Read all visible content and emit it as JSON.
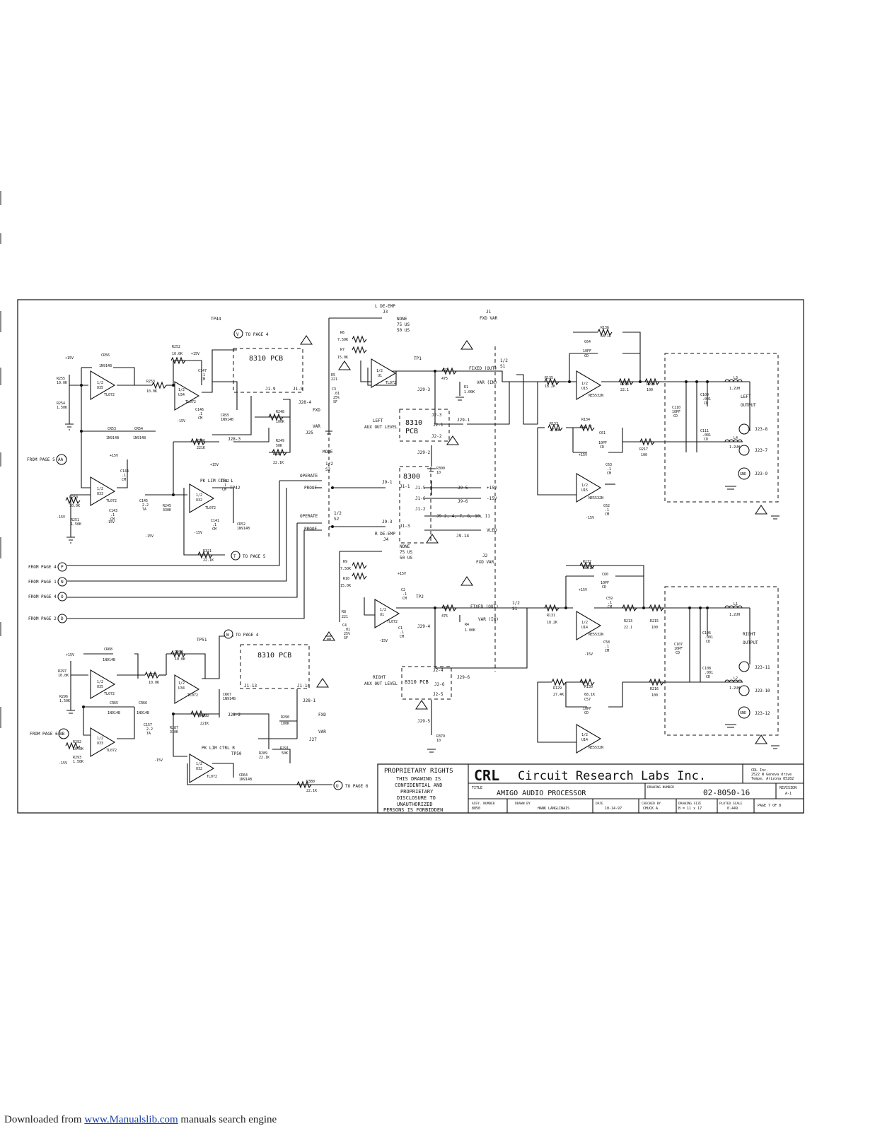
{
  "footer": {
    "prefix": "Downloaded from",
    "site": "www.Manualslib.com",
    "suffix": "manuals search engine"
  },
  "title_block": {
    "proprietary_heading": "PROPRIETARY RIGHTS",
    "proprietary_lines": [
      "THIS DRAWING IS",
      "CONFIDENTIAL AND",
      "PROPRIETARY",
      "DISCLOSURE TO",
      "UNAUTHORIZED",
      "PERSONS IS FORBIDDEN"
    ],
    "logo": "CRL",
    "company": "Circuit Research Labs Inc.",
    "address_lines": [
      "CRL Inc.",
      "2522 W Geneva drive",
      "Tempe, Arizona 85282"
    ],
    "title_label": "TITLE",
    "title": "AMIGO AUDIO PROCESSOR",
    "drawing_number_label": "DRAWING NUMBER",
    "drawing_number": "02-8050-16",
    "revision_label": "REVISION",
    "revision": "A-1",
    "assy_label": "ASSY. NUMBER",
    "assy": "8050",
    "drawn_by_label": "DRAWN BY",
    "drawn_by": "HANK LANGLINAIS",
    "date_label": "DATE",
    "date": "10-14-97",
    "checked_by_label": "CHECKED BY",
    "checked_by": "CHUCK A.",
    "drawing_size_label": "DRAWING SIZE",
    "drawing_size": "B = 11 x 17",
    "plot_scale_label": "PLOTED SCALE",
    "plot_scale": "0.449",
    "page": "PAGE 7 OF 8"
  },
  "labels": {
    "pcb_8310": "8310 PCB",
    "pcb_8310_a": "8310",
    "pcb_8310_b": "PCB",
    "pcb_8300": "8300",
    "l_deemp": "L DE-EMP",
    "r_deemp": "R DE-EMP",
    "none": "NONE",
    "us75": "75 US",
    "us50": "50 US",
    "fixed_out": "FIXED (OUT)",
    "var_in": "VAR (IN)",
    "fxd_var": "FXD  VAR",
    "fxd": "FXD",
    "var": "VAR",
    "left_aux": "LEFT",
    "right_aux": "RIGHT",
    "aux_out_level": "AUX OUT LEVEL",
    "left_output": "LEFT",
    "right_output": "RIGHT",
    "output": "OUTPUT",
    "mode": "MODE",
    "operate": "OPERATE",
    "proof": "PROOF",
    "half_s2": "1/2",
    "s2": "S2",
    "s1": "S1",
    "pk_lim_l": "PK LIM CTRL L",
    "pk_lim_r": "PK LIM CTRL R",
    "plus15": "+15V",
    "minus15": "-15V",
    "gnd": "GND",
    "vled": "VLED",
    "j1_list": "J9-2, 4, 7, 8, 10, 11"
  },
  "off_page": [
    {
      "letter": "V",
      "text": "TO PAGE 4"
    },
    {
      "letter": "T",
      "text": "TO PAGE 5"
    },
    {
      "letter": "W",
      "text": "TO PAGE 4"
    },
    {
      "letter": "U",
      "text": "TO PAGE 6"
    },
    {
      "letter": "AA",
      "text": "FROM PAGE 5"
    },
    {
      "letter": "BB",
      "text": "FROM PAGE 6"
    },
    {
      "letter": "P",
      "text": "FROM PAGE 4"
    },
    {
      "letter": "N",
      "text": "FROM PAGE 1"
    },
    {
      "letter": "O",
      "text": "FROM PAGE 4"
    },
    {
      "letter": "D",
      "text": "FROM PAGE 2"
    }
  ],
  "connectors": {
    "j23_8": "J23-8",
    "j23_7": "J23-7",
    "j23_9": "J23-9",
    "j23_11": "J23-11",
    "j23_10": "J23-10",
    "j23_12": "J23-12",
    "j1_9": "J1-9",
    "j1_8": "J1-8",
    "j1_13": "J1-13",
    "j1_14": "J1-14",
    "j1_5": "J1-5",
    "j1_6": "J1-6",
    "j1_2": "J1-2",
    "j1_3": "J1-3",
    "j1_1": "J1-1",
    "j2_3": "J2-3",
    "j2_1": "J2-1",
    "j2_2": "J2-2",
    "j2_4": "J2-4",
    "j2_6": "J2-6",
    "j2_5": "J2-5",
    "j9_1": "J9-1",
    "j9_3": "J9-3",
    "j9_5": "J9-5",
    "j9_6": "J9-6",
    "j9_14": "J9-14",
    "j29_1": "J29-1",
    "j29_2": "J29-2",
    "j29_3": "J29-3",
    "j29_4": "J29-4",
    "j29_5": "J29-5",
    "j29_6": "J29-6",
    "j28_1": "J28-1",
    "j28_2": "J28-2",
    "j28_3": "J28-3",
    "j28_4": "J28-4",
    "j25": "J25",
    "j27": "J27",
    "j3": "J3",
    "j4": "J4",
    "j1": "J1",
    "j2": "J2",
    "tp44": "TP44",
    "tp51": "TP51",
    "tp42": "TP42",
    "tp50": "TP50",
    "tp1": "TP1",
    "tp2": "TP2"
  },
  "parts": {
    "u35a": [
      "1/2",
      "U35",
      "TL072"
    ],
    "u34a": [
      "1/2",
      "U34",
      "TL072"
    ],
    "u33a": [
      "1/2",
      "U33",
      "TL072"
    ],
    "u32a": [
      "1/2",
      "U32",
      "TL072"
    ],
    "u1a": [
      "1/2",
      "U1",
      "TL072"
    ],
    "u15a": [
      "1/2",
      "U15",
      "NE5532N"
    ],
    "u15b": [
      "1/2",
      "U15",
      "NE5532N"
    ],
    "u35b": [
      "1/2",
      "U35",
      "TL072"
    ],
    "u34b": [
      "1/2",
      "U34",
      "TL072"
    ],
    "u33b": [
      "1/2",
      "U33",
      "TL072"
    ],
    "u32b": [
      "1/2",
      "U32",
      "TL072"
    ],
    "u1b": [
      "1/2",
      "U1",
      "TL072"
    ],
    "u14a": [
      "1/2",
      "U14",
      "NE5532N"
    ],
    "u14b": [
      "1/2",
      "U14",
      "NE5532N"
    ],
    "r255": [
      "R255",
      "10.0K"
    ],
    "r254": [
      "R254",
      "1.50K"
    ],
    "r253": [
      "R253",
      "10.0K"
    ],
    "r252": [
      "R252",
      "10.0K"
    ],
    "r250": [
      "R250",
      "10.0K"
    ],
    "r251": [
      "R251",
      "1.50K"
    ],
    "r246": [
      "R246",
      "221K"
    ],
    "r245": [
      "R245",
      "330K"
    ],
    "r248": [
      "R248",
      "100K"
    ],
    "r249": [
      "R249",
      "50K"
    ],
    "r247": [
      "R247",
      "22.1K"
    ],
    "r321": [
      "R321",
      "22.1K"
    ],
    "r6": [
      "R6",
      "7.50K"
    ],
    "r7": [
      "R7",
      "15.0K"
    ],
    "r5": [
      "R5",
      "221"
    ],
    "r2": [
      "R2",
      "475"
    ],
    "r1": [
      "R1",
      "1.00K"
    ],
    "r300": [
      "R300",
      "10"
    ],
    "r135": [
      "R135",
      "18.2K"
    ],
    "r136": [
      "R136",
      "68.1K"
    ],
    "r214": [
      "R214",
      "22.1"
    ],
    "r218": [
      "R218",
      "100"
    ],
    "r133": [
      "R133",
      "27.4K"
    ],
    "r134": [
      "R134",
      "68.1K"
    ],
    "r217": [
      "R217",
      "100"
    ],
    "r9": [
      "R9",
      "7.50K"
    ],
    "r10": [
      "R10",
      "15.0K"
    ],
    "r8": [
      "R8",
      "221"
    ],
    "r3": [
      "R3",
      "475"
    ],
    "r4": [
      "R4",
      "1.00K"
    ],
    "r131": [
      "R131",
      "18.2K"
    ],
    "r132": [
      "R132",
      "68.1K"
    ],
    "r213": [
      "R213",
      "22.1"
    ],
    "r215": [
      "R215",
      "100"
    ],
    "r129": [
      "R129",
      "27.4K"
    ],
    "r130": [
      "R130",
      "68.1K"
    ],
    "r216": [
      "R216",
      "100"
    ],
    "r379": [
      "R379",
      "10"
    ],
    "r297": [
      "R297",
      "10.0K"
    ],
    "r296": [
      "R296",
      "1.50K"
    ],
    "r295": [
      "R295",
      "10.0K"
    ],
    "r294": [
      "R294",
      "10.0K"
    ],
    "r292": [
      "R292",
      "10.0K"
    ],
    "r293": [
      "R293",
      "1.50K"
    ],
    "r288": [
      "R288",
      "221K"
    ],
    "r287": [
      "R287",
      "330K"
    ],
    "r290": [
      "R290",
      "100K"
    ],
    "r291": [
      "R291",
      "50K"
    ],
    "r289": [
      "R289",
      "22.1K"
    ],
    "r380": [
      "R380",
      "22.1K"
    ],
    "c147": [
      "C147",
      ".1",
      "CM"
    ],
    "c146": [
      "C146",
      ".1",
      "CM"
    ],
    "c144": [
      "C144",
      ".1",
      "CM"
    ],
    "c143": [
      "C143",
      ".1",
      "CM"
    ],
    "c142": [
      "C142",
      ".1",
      "CM"
    ],
    "c141": [
      "C141",
      ".1",
      "CM"
    ],
    "c145": [
      "C145",
      "2.2",
      "TA"
    ],
    "c3": [
      "C3",
      ".01",
      "25%",
      "SF"
    ],
    "c64": [
      "C64",
      "10PF",
      "CD"
    ],
    "c61": [
      "C61",
      "10PF",
      "CD"
    ],
    "c63": [
      "C63",
      ".1",
      "CM"
    ],
    "c62": [
      "C62",
      ".1",
      "CM"
    ],
    "c109": [
      "C109",
      ".001",
      "CD"
    ],
    "c110": [
      "C110",
      "10PF",
      "CD"
    ],
    "c111": [
      "C111",
      ".001",
      "CD"
    ],
    "c2": [
      "C2",
      ".1",
      "CM"
    ],
    "c1": [
      "C1",
      ".1",
      "CM"
    ],
    "c4": [
      "C4",
      ".01",
      "25%",
      "SF"
    ],
    "c60": [
      "C60",
      "10PF",
      "CD"
    ],
    "c59": [
      "C59",
      ".1",
      "CM"
    ],
    "c58": [
      "C58",
      ".1",
      "CM"
    ],
    "c57": [
      "C57",
      "10PF",
      "CD"
    ],
    "c106": [
      "C106",
      ".001",
      "CD"
    ],
    "c107": [
      "C107",
      "10PF",
      "CD"
    ],
    "c108": [
      "C108",
      ".001",
      "CD"
    ],
    "c157": [
      "C157",
      "2.2",
      "TA"
    ],
    "cr56": [
      "CR56",
      "1N914B"
    ],
    "cr53": [
      "CR53",
      "1N914B"
    ],
    "cr54": [
      "CR54",
      "1N914B"
    ],
    "cr55": [
      "CR55",
      "1N914B"
    ],
    "cr52": [
      "CR52",
      "1N914B"
    ],
    "cr68": [
      "CR68",
      "1N914B"
    ],
    "cr65": [
      "CR65",
      "1N914B"
    ],
    "cr66": [
      "CR66",
      "1N914B"
    ],
    "cr67": [
      "CR67",
      "1N914B"
    ],
    "cr64": [
      "CR64",
      "1N914B"
    ],
    "l3": [
      "L3",
      "1.2UH"
    ],
    "l4": [
      "L4",
      "1.2UH"
    ],
    "l1": [
      "L1",
      "1.2UH"
    ],
    "l2": [
      "L2",
      "1.2UH"
    ]
  }
}
